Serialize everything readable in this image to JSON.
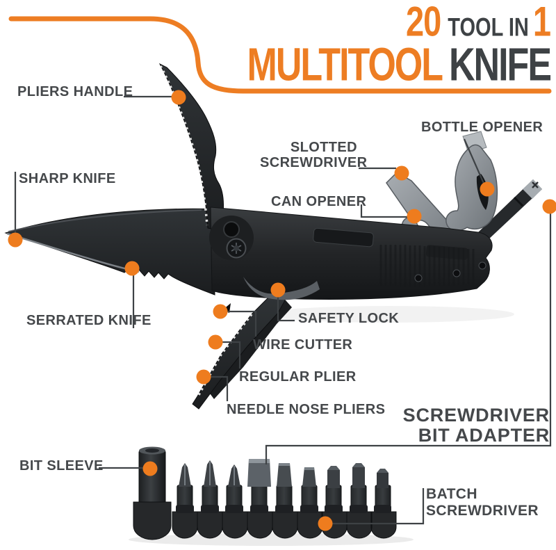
{
  "header": {
    "count": "20",
    "count_suffix": "TOOL IN",
    "count_one": "1",
    "title_word1": "MULTITOOL",
    "title_word2": "KNIFE"
  },
  "labels": {
    "pliers_handle": "PLIERS HANDLE",
    "bottle_opener": "BOTTLE OPENER",
    "slotted_screwdriver": "SLOTTED SCREWDRIVER",
    "can_opener": "CAN OPENER",
    "sharp_knife": "SHARP KNIFE",
    "serrated_knife": "SERRATED KNIFE",
    "safety_lock": "SAFETY LOCK",
    "wire_cutter": "WIRE CUTTER",
    "regular_plier": "REGULAR PLIER",
    "needle_nose_pliers": "NEEDLE NOSE PLIERS",
    "screwdriver_bit_adapter": "SCREWDRIVER BIT ADAPTER",
    "bit_sleeve": "BIT SLEEVE",
    "batch_screwdriver": "BATCH SCREWDRIVER"
  },
  "colors": {
    "accent_orange": "#ED7D23",
    "callout_dot": "#EE7C1E",
    "title_dark": "#3E4245",
    "label_text": "#45484B",
    "callout_line": "#3E4245",
    "product_black": "#2A2D30",
    "tool_gray": "#8F959A",
    "background": "#FFFFFF"
  },
  "icons": {
    "callout_dot": "orange-dot-marker",
    "swoosh": "orange-swoosh-line"
  }
}
